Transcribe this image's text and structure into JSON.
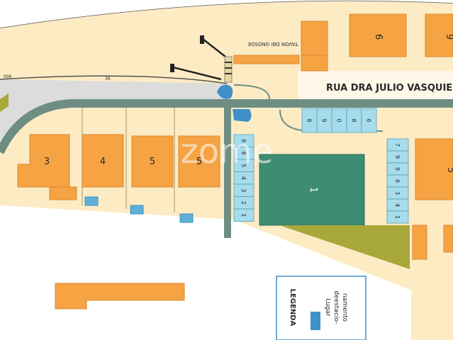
{
  "map": {
    "street_name": "RUA DRA JULIO VASQUIE",
    "top_label": "TAVON DBI GNOSOE",
    "small_label_left": "006",
    "small_label_mid": "36",
    "watermark": "zome",
    "colors": {
      "ground": "#fdebc4",
      "road": "#6e8e84",
      "building": "#f5a343",
      "building_edge": "#d98a30",
      "park": "#3e8c74",
      "grass": "#a8a83a",
      "parking": "#a6dcec",
      "pond": "#3f90c8",
      "white_block": "#fff7e8"
    },
    "lots": [
      {
        "id": "lot-3",
        "label": "3"
      },
      {
        "id": "lot-4",
        "label": "4"
      },
      {
        "id": "lot-5a",
        "label": "5"
      },
      {
        "id": "lot-5b",
        "label": "5"
      },
      {
        "id": "lot-6",
        "label": "6"
      },
      {
        "id": "lot-9-top",
        "label": "9"
      },
      {
        "id": "lot-5-right",
        "label": "5"
      },
      {
        "id": "park-1",
        "label": "1"
      }
    ],
    "parking_col_left": [
      "6",
      "6",
      "5",
      "4",
      "3",
      "2",
      "1"
    ],
    "parking_row_top": [
      "8",
      "9",
      "0",
      "8",
      "6"
    ],
    "parking_col_right": [
      "7",
      "9",
      "9",
      "6",
      "3",
      "4",
      "1"
    ],
    "legend": {
      "title": "LEGENDA",
      "item_label_1": "Lugar",
      "item_label_2": "deestacio-",
      "item_label_3": "namento"
    }
  }
}
